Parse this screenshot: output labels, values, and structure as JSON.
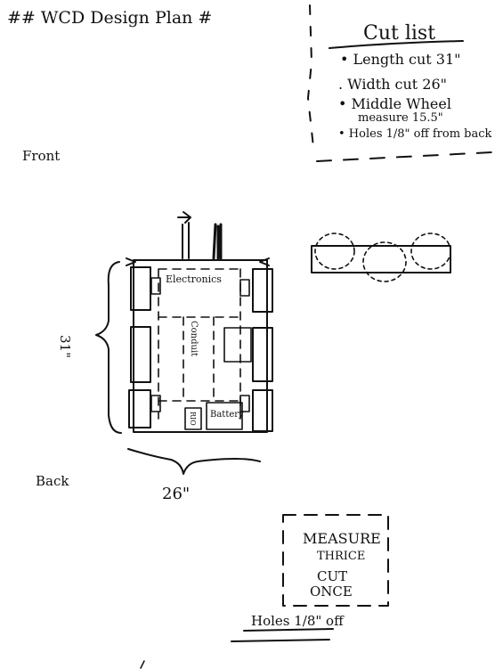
{
  "title": "## WCD Design Plan #",
  "cut_list": {
    "heading": "Cut list",
    "items": [
      "• Length cut 31\"",
      ". Width cut 26\"",
      "• Middle Wheel",
      "measure 15.5\"",
      "• Holes 1/8\" off from back"
    ]
  },
  "labels": {
    "front": "Front",
    "back": "Back",
    "length_dim": "31\"",
    "width_dim": "26\"",
    "electronics": "Electronics",
    "conduit": "Conduit",
    "battery": "Battery",
    "rio": "RIO"
  },
  "reminder_box": {
    "line1": "MEASURE",
    "line2": "THRICE",
    "line3": "CUT",
    "line4": "ONCE"
  },
  "holes_note": "Holes 1/8\" off"
}
